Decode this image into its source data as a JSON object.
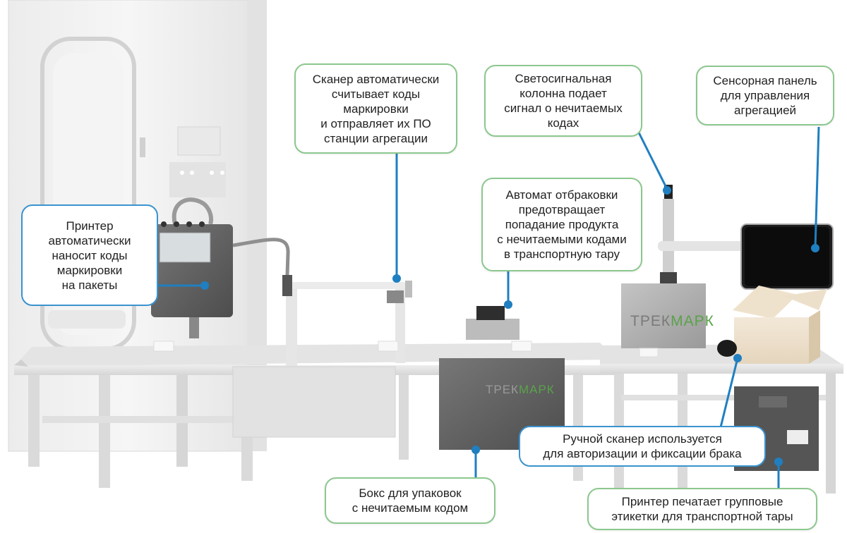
{
  "colors": {
    "accent_blue": "#1f7fc1",
    "accent_green": "#8cc78e",
    "brand_gray": "#7d7d7d",
    "brand_green": "#5aa24a"
  },
  "brand": {
    "part1": "ТРЕК",
    "part2": "МАРК"
  },
  "callouts": {
    "printer": "Принтер\nавтоматически\nнаносит коды\nмаркировки\nна пакеты",
    "scanner": "Сканер автоматически\nсчитывает коды\nмаркировки\nи отправляет их ПО\nстанции агрегации",
    "signal_column": "Светосигнальная\nколонна подает\nсигнал о нечитаемых\nкодах",
    "touch_panel": "Сенсорная панель\nдля управления\nагрегацией",
    "reject_unit": "Автомат отбраковки\nпредотвращает\nпопадание продукта\nс нечитаемыми кодами\nв транспортную тару",
    "hand_scanner": "Ручной сканер используется\nдля авторизации и фиксации брака",
    "reject_box": "Бокс для упаковок\nс нечитаемым кодом",
    "label_printer": "Принтер печатает групповые\nэтикетки для транспортной тары"
  }
}
